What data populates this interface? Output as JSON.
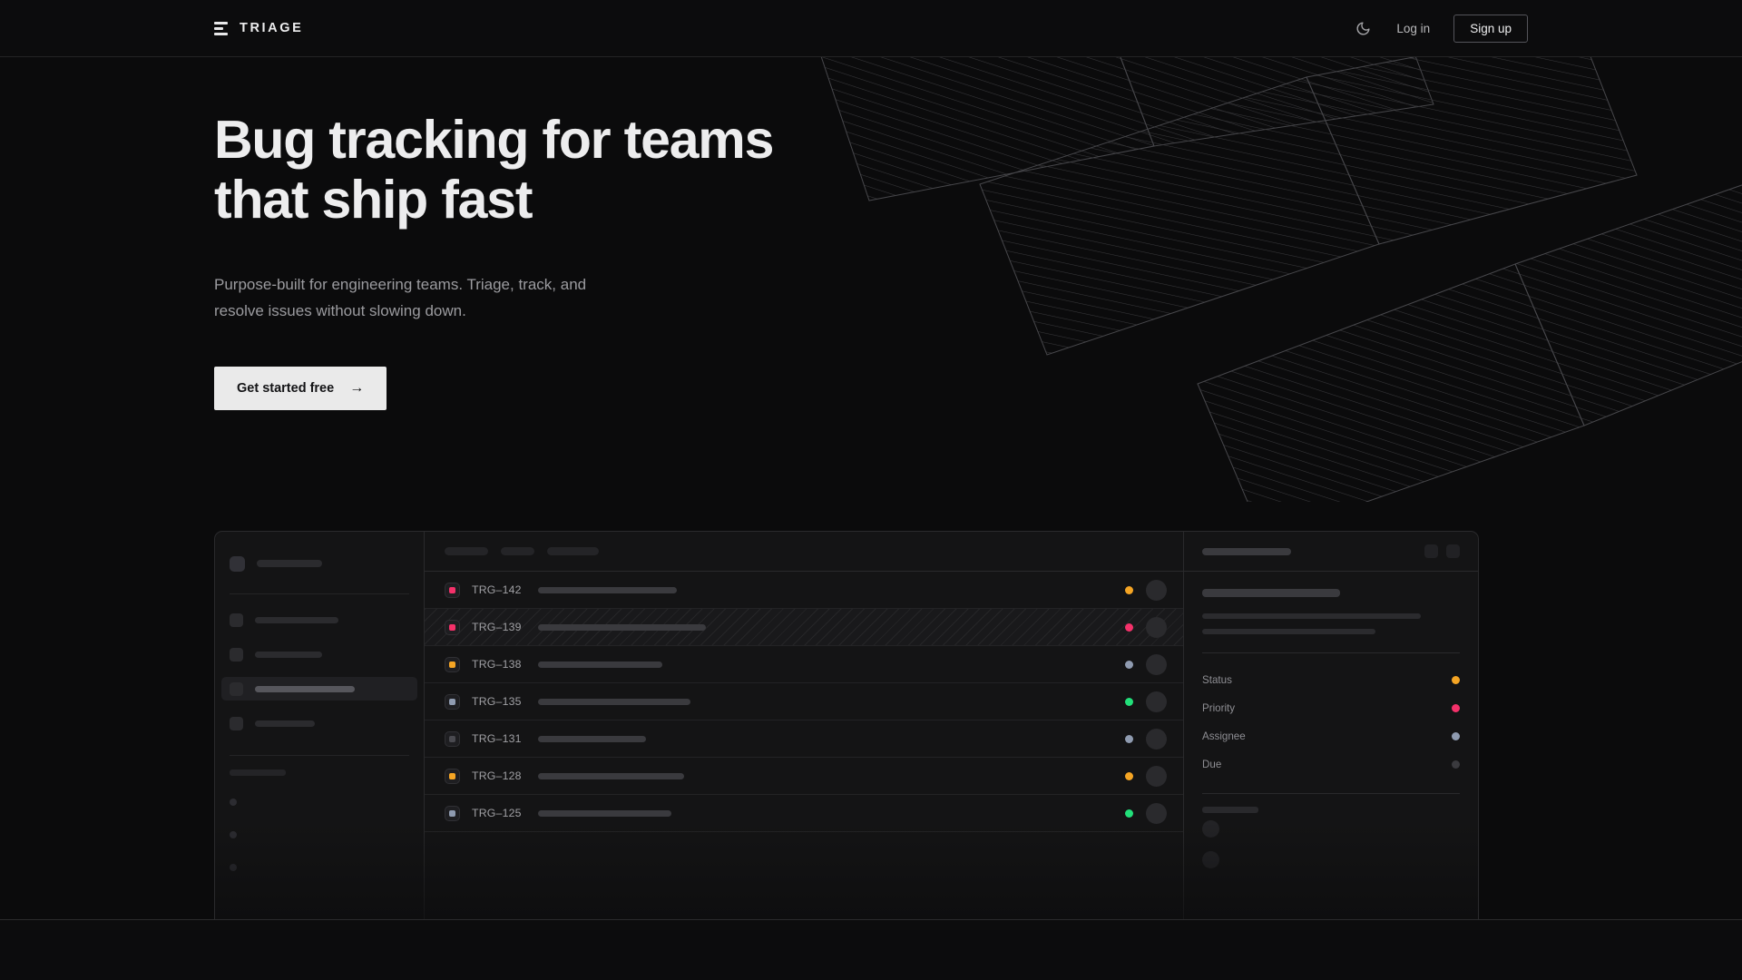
{
  "brand": {
    "name": "TRIAGE",
    "logo_icon": "stacked-bars-icon"
  },
  "nav": {
    "theme_toggle_icon": "moon-icon",
    "login_label": "Log in",
    "signup_label": "Sign up"
  },
  "hero": {
    "title": "Bug tracking for teams\nthat ship fast",
    "subtitle": "Purpose-built for engineering teams. Triage, track, and\nresolve issues without slowing down.",
    "cta_label": "Get started free",
    "cta_arrow": "→",
    "decoration": "diagonal-hatched-panels"
  },
  "colors": {
    "page_bg": "#0b0b0c",
    "panel_bg": "#141415",
    "border": "#2a2a2c",
    "accent_amber": "#f5a524",
    "accent_pink": "#f4316a",
    "accent_green": "#22e07a",
    "accent_slate": "#8f9bb0",
    "accent_gray": "#3a3a3e",
    "cta_bg": "#eaeaea"
  },
  "mockup": {
    "sidebar": {
      "nav_items": [
        {
          "width": 92,
          "active": false
        },
        {
          "width": 74,
          "active": false
        },
        {
          "width": 110,
          "active": true
        },
        {
          "width": 66,
          "active": false
        }
      ],
      "mini_items": 3
    },
    "list_header": {
      "chips": [
        48,
        37,
        57
      ]
    },
    "rows": [
      {
        "id": "TRG–142",
        "priority_color": "#f4316a",
        "status_color": "#f5a524",
        "title_width": 153,
        "selected": false
      },
      {
        "id": "TRG–139",
        "priority_color": "#f4316a",
        "status_color": "#f4316a",
        "title_width": 185,
        "selected": true
      },
      {
        "id": "TRG–138",
        "priority_color": "#f5a524",
        "status_color": "#8f9bb0",
        "title_width": 137,
        "selected": false
      },
      {
        "id": "TRG–135",
        "priority_color": "#8f9bb0",
        "status_color": "#22e07a",
        "title_width": 168,
        "selected": false
      },
      {
        "id": "TRG–131",
        "priority_color": "#4a4a50",
        "status_color": "#8f9bb0",
        "title_width": 119,
        "selected": false
      },
      {
        "id": "TRG–128",
        "priority_color": "#f5a524",
        "status_color": "#f5a524",
        "title_width": 161,
        "selected": false
      },
      {
        "id": "TRG–125",
        "priority_color": "#8f9bb0",
        "status_color": "#22e07a",
        "title_width": 147,
        "selected": false
      }
    ],
    "detail": {
      "header_actions": 2,
      "paragraph_widths": [
        240,
        241,
        191
      ],
      "fields": [
        {
          "label": "Status",
          "value_color": "#f5a524"
        },
        {
          "label": "Priority",
          "value_color": "#f4316a"
        },
        {
          "label": "Assignee",
          "value_color": "#8f9bb0"
        },
        {
          "label": "Due",
          "value_color": "#3a3a3e"
        }
      ],
      "activity_items": 2
    }
  }
}
